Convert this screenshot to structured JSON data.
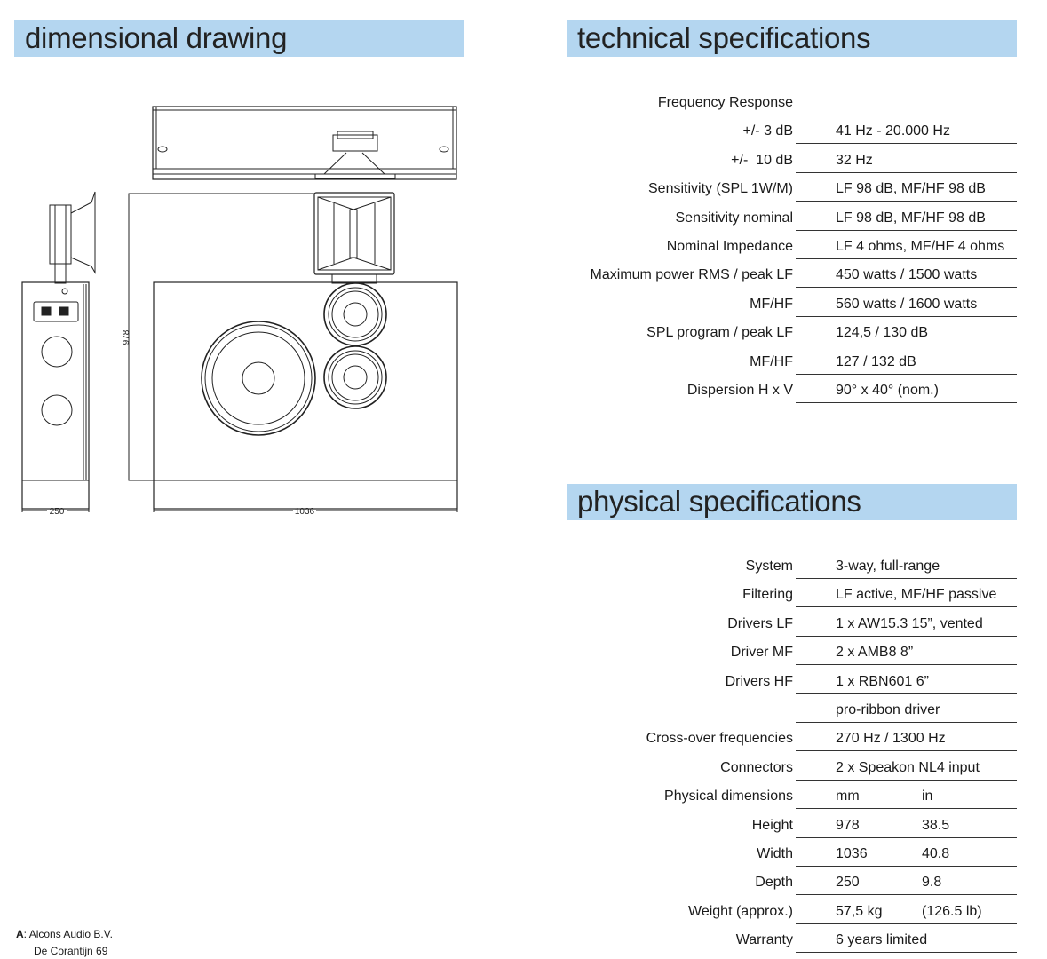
{
  "sections": {
    "dimensional_drawing": "dimensional drawing",
    "technical_specifications": "technical specifications",
    "physical_specifications": "physical specifications"
  },
  "drawing": {
    "depth_label": "250",
    "width_label": "1036",
    "height_label": "978"
  },
  "technical": [
    {
      "label": "Frequency Response",
      "value": "",
      "noline": true
    },
    {
      "label": "+/- 3 dB",
      "value": "41 Hz - 20.000 Hz"
    },
    {
      "label": "+/-  10 dB",
      "value": "32 Hz"
    },
    {
      "label": "Sensitivity (SPL 1W/M)",
      "value": "LF 98 dB, MF/HF 98 dB"
    },
    {
      "label": "Sensitivity nominal",
      "value": "LF 98 dB, MF/HF 98 dB"
    },
    {
      "label": "Nominal Impedance",
      "value": "LF 4 ohms, MF/HF 4 ohms"
    },
    {
      "label": "Maximum power RMS / peak LF",
      "value": "450 watts / 1500 watts"
    },
    {
      "label": "MF/HF",
      "value": "560 watts / 1600 watts"
    },
    {
      "label": "SPL program / peak LF",
      "value": "124,5 / 130 dB"
    },
    {
      "label": "MF/HF",
      "value": "127 / 132 dB"
    },
    {
      "label": "Dispersion H x V",
      "value": "90° x 40° (nom.)"
    }
  ],
  "physical": [
    {
      "label": "System",
      "value": "3-way, full-range"
    },
    {
      "label": "Filtering",
      "value": "LF active, MF/HF passive"
    },
    {
      "label": "Drivers LF",
      "value": "1 x AW15.3 15”, vented"
    },
    {
      "label": "Driver MF",
      "value": "2 x AMB8 8”"
    },
    {
      "label": "Drivers HF",
      "value": "1 x RBN601 6”"
    },
    {
      "label": "",
      "value": "pro-ribbon driver"
    },
    {
      "label": "Cross-over frequencies",
      "value": "270 Hz / 1300 Hz"
    },
    {
      "label": "Connectors",
      "value": "2 x Speakon NL4 input"
    },
    {
      "label": "Physical dimensions",
      "value": "mm",
      "value2": "in"
    },
    {
      "label": "Height",
      "value": "978",
      "value2": "38.5"
    },
    {
      "label": "Width",
      "value": "1036",
      "value2": "40.8"
    },
    {
      "label": "Depth",
      "value": "250",
      "value2": "9.8"
    },
    {
      "label": "Weight (approx.)",
      "value": "57,5 kg",
      "value2": "(126.5 lb)"
    },
    {
      "label": "Warranty",
      "value": "6 years limited"
    }
  ],
  "address": {
    "prefix": "A",
    "line1": "Alcons Audio B.V.",
    "line2": "De Corantijn 69"
  },
  "colors": {
    "header_bg": "#b4d6f0"
  }
}
